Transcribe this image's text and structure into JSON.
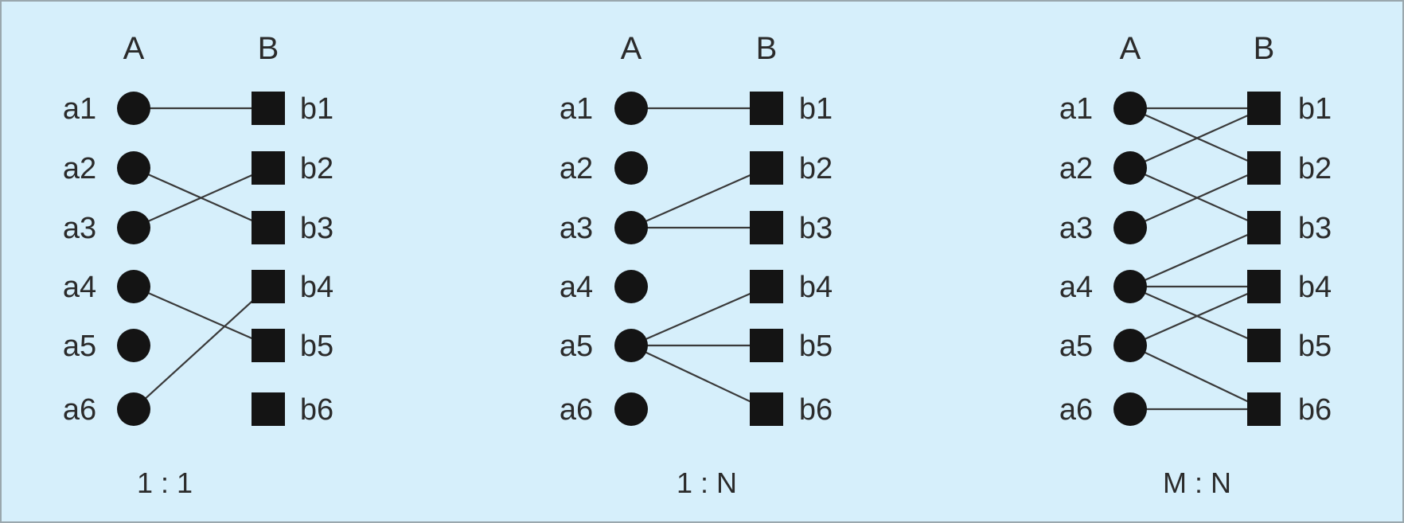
{
  "panels": [
    {
      "caption": "1 : 1",
      "header_a": "A",
      "header_b": "B",
      "a_nodes": [
        "a1",
        "a2",
        "a3",
        "a4",
        "a5",
        "a6"
      ],
      "b_nodes": [
        "b1",
        "b2",
        "b3",
        "b4",
        "b5",
        "b6"
      ],
      "edges": [
        [
          "a1",
          "b1"
        ],
        [
          "a2",
          "b3"
        ],
        [
          "a3",
          "b2"
        ],
        [
          "a4",
          "b5"
        ],
        [
          "a6",
          "b4"
        ]
      ]
    },
    {
      "caption": "1 : N",
      "header_a": "A",
      "header_b": "B",
      "a_nodes": [
        "a1",
        "a2",
        "a3",
        "a4",
        "a5",
        "a6"
      ],
      "b_nodes": [
        "b1",
        "b2",
        "b3",
        "b4",
        "b5",
        "b6"
      ],
      "edges": [
        [
          "a1",
          "b1"
        ],
        [
          "a3",
          "b2"
        ],
        [
          "a3",
          "b3"
        ],
        [
          "a5",
          "b4"
        ],
        [
          "a5",
          "b5"
        ],
        [
          "a5",
          "b6"
        ]
      ]
    },
    {
      "caption": "M : N",
      "header_a": "A",
      "header_b": "B",
      "a_nodes": [
        "a1",
        "a2",
        "a3",
        "a4",
        "a5",
        "a6"
      ],
      "b_nodes": [
        "b1",
        "b2",
        "b3",
        "b4",
        "b5",
        "b6"
      ],
      "edges": [
        [
          "a1",
          "b1"
        ],
        [
          "a1",
          "b2"
        ],
        [
          "a2",
          "b1"
        ],
        [
          "a2",
          "b3"
        ],
        [
          "a3",
          "b2"
        ],
        [
          "a4",
          "b3"
        ],
        [
          "a4",
          "b4"
        ],
        [
          "a4",
          "b5"
        ],
        [
          "a5",
          "b4"
        ],
        [
          "a5",
          "b6"
        ],
        [
          "a6",
          "b6"
        ]
      ]
    }
  ]
}
